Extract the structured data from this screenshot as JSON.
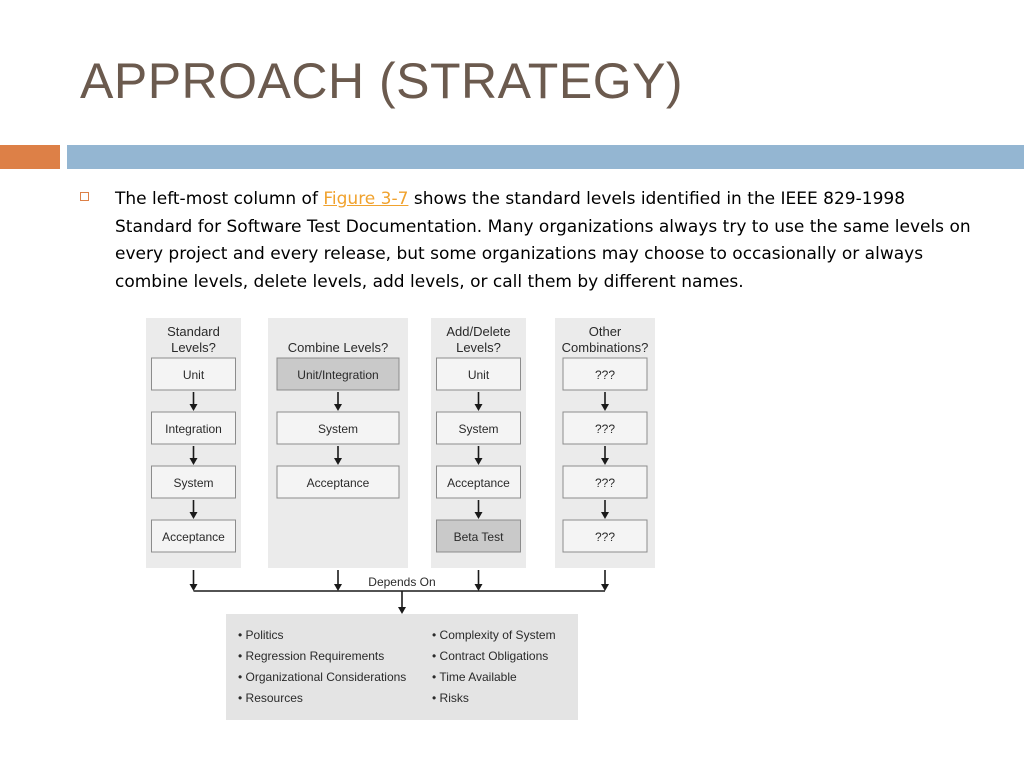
{
  "slide": {
    "title": "APPROACH (STRATEGY)",
    "accent_orange": "#dd8047",
    "accent_blue": "#94b6d2",
    "title_color": "#6b5a4e",
    "link_color": "#f0a22e"
  },
  "bullet": {
    "text_before": "The left-most column of ",
    "link_text": "Figure 3-7",
    "text_after": " shows the standard levels identified in the IEEE 829-1998 Standard for Software Test Documentation. Many organizations always try to use the same levels on every project and every release, but some organizations may choose to occasionally or always combine levels, delete levels, add levels, or call them by different names."
  },
  "figure": {
    "columns": [
      {
        "header": [
          "Standard",
          "Levels?"
        ],
        "boxes": [
          "Unit",
          "Integration",
          "System",
          "Acceptance"
        ],
        "dark": []
      },
      {
        "header": [
          "Combine Levels?"
        ],
        "boxes": [
          "Unit/Integration",
          "System",
          "Acceptance"
        ],
        "dark": [
          0
        ]
      },
      {
        "header": [
          "Add/Delete",
          "Levels?"
        ],
        "boxes": [
          "Unit",
          "System",
          "Acceptance",
          "Beta Test"
        ],
        "dark": [
          3
        ]
      },
      {
        "header": [
          "Other",
          "Combinations?"
        ],
        "boxes": [
          "???",
          "???",
          "???",
          "???"
        ],
        "dark": []
      }
    ],
    "depends_on_label": "Depends On",
    "factors_left": [
      "• Politics",
      "• Regression Requirements",
      "• Organizational Considerations",
      "• Resources"
    ],
    "factors_right": [
      "• Complexity of System",
      "• Contract Obligations",
      "• Time Available",
      "• Risks"
    ]
  }
}
